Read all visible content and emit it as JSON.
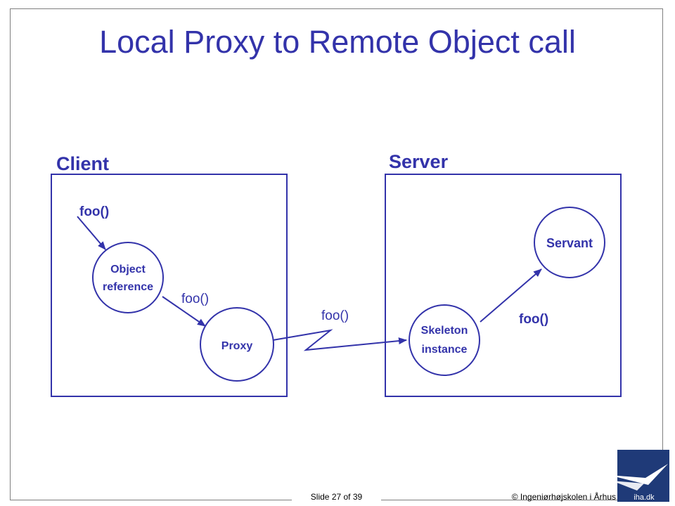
{
  "title": "Local Proxy to Remote Object call",
  "client": {
    "label": "Client",
    "entry_call": "foo()",
    "object_reference": [
      "Object",
      "reference"
    ],
    "call_to_proxy": "foo()",
    "proxy": "Proxy"
  },
  "network": {
    "call": "foo()"
  },
  "server": {
    "label": "Server",
    "servant": "Servant",
    "skeleton": [
      "Skeleton",
      "instance"
    ],
    "call_to_servant": "foo()"
  },
  "footer": {
    "slide_number": "Slide 27 of 39",
    "copyright": "© Ingeniørhøjskolen i Århus",
    "logo_text": "iha.dk"
  },
  "colors": {
    "accent": "#3333aa",
    "logo": "#1f3a78"
  }
}
